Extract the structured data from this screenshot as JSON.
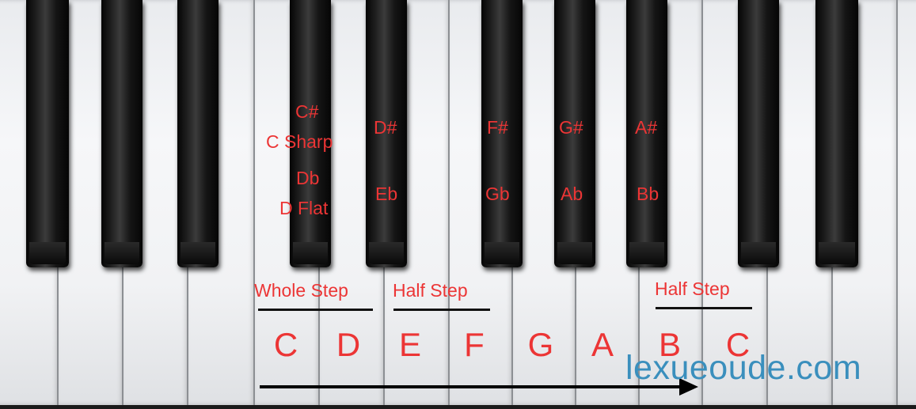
{
  "sharps": [
    {
      "top": "C#",
      "bottom": "C Sharp"
    },
    {
      "top": "D#"
    },
    {
      "top": "F#"
    },
    {
      "top": "G#"
    },
    {
      "top": "A#"
    }
  ],
  "flats": [
    {
      "top": "Db",
      "bottom": "D Flat"
    },
    {
      "top": "Eb"
    },
    {
      "top": "Gb"
    },
    {
      "top": "Ab"
    },
    {
      "top": "Bb"
    }
  ],
  "steps": [
    "Whole Step",
    "Half Step",
    "Half Step"
  ],
  "notes": [
    "C",
    "D",
    "E",
    "F",
    "G",
    "A",
    "B",
    "C"
  ],
  "watermark": "lexueoude.com",
  "colors": {
    "label": "#ec3535",
    "watermark": "#3a8fbd"
  }
}
